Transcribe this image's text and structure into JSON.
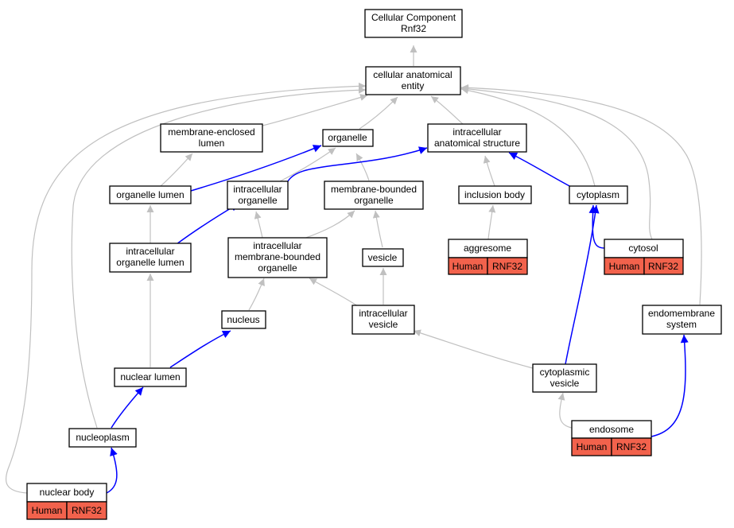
{
  "colors": {
    "node_fill": "#ffffff",
    "annotation_fill": "#f2624c",
    "edge_gray": "#c0c0c0",
    "edge_blue": "#0000ff",
    "border": "#000000"
  },
  "nodes": {
    "root": [
      "Cellular Component",
      "Rnf32"
    ],
    "cellular_anatomical_entity": [
      "cellular anatomical",
      "entity"
    ],
    "membrane_enclosed_lumen": [
      "membrane-enclosed",
      "lumen"
    ],
    "organelle": [
      "organelle"
    ],
    "intracellular_anatomical_structure": [
      "intracellular",
      "anatomical structure"
    ],
    "organelle_lumen": [
      "organelle lumen"
    ],
    "intracellular_organelle": [
      "intracellular",
      "organelle"
    ],
    "membrane_bounded_organelle": [
      "membrane-bounded",
      "organelle"
    ],
    "inclusion_body": [
      "inclusion body"
    ],
    "cytoplasm": [
      "cytoplasm"
    ],
    "intracellular_organelle_lumen": [
      "intracellular",
      "organelle lumen"
    ],
    "intracellular_membrane_bounded_organelle": [
      "intracellular",
      "membrane-bounded",
      "organelle"
    ],
    "vesicle": [
      "vesicle"
    ],
    "aggresome": [
      "aggresome"
    ],
    "cytosol": [
      "cytosol"
    ],
    "nucleus": [
      "nucleus"
    ],
    "intracellular_vesicle": [
      "intracellular",
      "vesicle"
    ],
    "endomembrane_system": [
      "endomembrane",
      "system"
    ],
    "nuclear_lumen": [
      "nuclear lumen"
    ],
    "cytoplasmic_vesicle": [
      "cytoplasmic",
      "vesicle"
    ],
    "nucleoplasm": [
      "nucleoplasm"
    ],
    "endosome": [
      "endosome"
    ],
    "nuclear_body": [
      "nuclear body"
    ]
  },
  "annotations": {
    "aggresome": [
      "Human",
      "RNF32"
    ],
    "cytosol": [
      "Human",
      "RNF32"
    ],
    "endosome": [
      "Human",
      "RNF32"
    ],
    "nuclear_body": [
      "Human",
      "RNF32"
    ]
  }
}
